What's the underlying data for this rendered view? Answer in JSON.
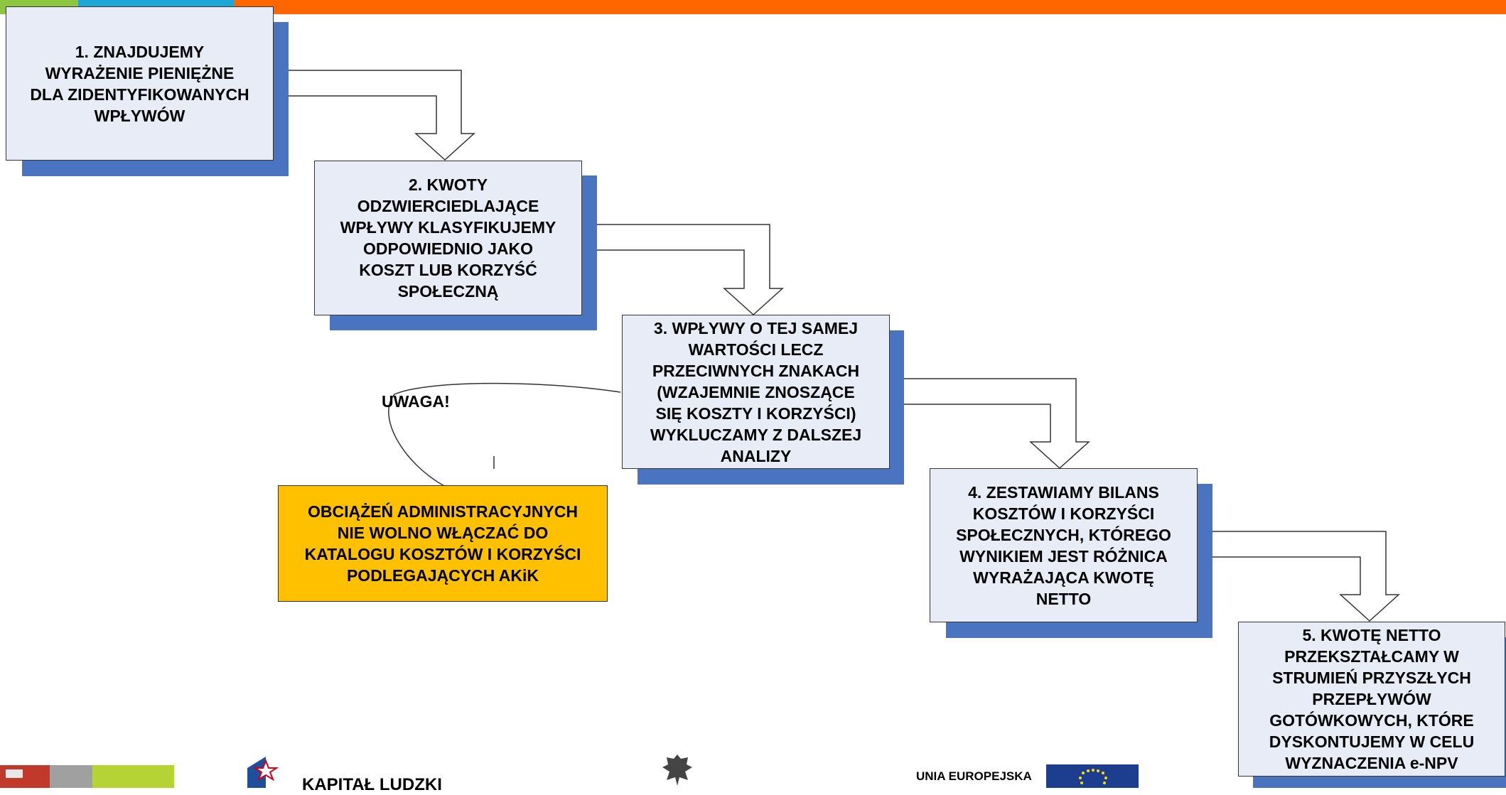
{
  "steps": [
    {
      "lines": [
        "1. ZNAJDUJEMY",
        "WYRAŻENIE PIENIĘŻNE",
        "DLA ZIDENTYFIKOWANYCH",
        "WPŁYWÓW"
      ]
    },
    {
      "lines": [
        "2. KWOTY",
        "ODZWIERCIEDLAJĄCE",
        "WPŁYWY KLASYFIKUJEMY",
        "ODPOWIEDNIO JAKO",
        "KOSZT LUB KORZYŚĆ",
        "SPOŁECZNĄ"
      ]
    },
    {
      "lines": [
        "3. WPŁYWY O TEJ SAMEJ",
        "WARTOŚCI LECZ",
        "PRZECIWNYCH ZNAKACH",
        "(WZAJEMNIE ZNOSZĄCE",
        "SIĘ KOSZTY I KORZYŚCI)",
        "WYKLUCZAMY Z DALSZEJ",
        "ANALIZY"
      ]
    },
    {
      "lines": [
        "4. ZESTAWIAMY BILANS",
        "KOSZTÓW I KORZYŚCI",
        "SPOŁECZNYCH, KTÓREGO",
        "WYNIKIEM JEST RÓŻNICA",
        "WYRAŻAJĄCA KWOTĘ",
        "NETTO"
      ]
    },
    {
      "lines": [
        "5.  KWOTĘ NETTO",
        "PRZEKSZTAŁCAMY W",
        "STRUMIEŃ PRZYSZŁYCH",
        "PRZEPŁYWÓW",
        "GOTÓWKOWYCH, KTÓRE",
        "DYSKONTUJEMY W CELU",
        "WYZNACZENIA e-NPV"
      ]
    }
  ],
  "callout": {
    "label": "UWAGA!",
    "lines": [
      "OBCIĄŻEŃ ADMINISTRACYJNYCH",
      "NIE WOLNO WŁĄCZAĆ DO",
      "KATALOGU KOSZTÓW I KORZYŚCI",
      "PODLEGAJĄCYCH AKiK"
    ]
  },
  "footer": {
    "logo_kapital": "KAPITAŁ LUDZKI",
    "logo_eu": "UNIA EUROPEJSKA"
  },
  "colors": {
    "accent_bar": "#ff6600",
    "box_fill": "#e8ecf6",
    "box_shadow": "#4a73c0",
    "callout_fill": "#ffc000"
  }
}
